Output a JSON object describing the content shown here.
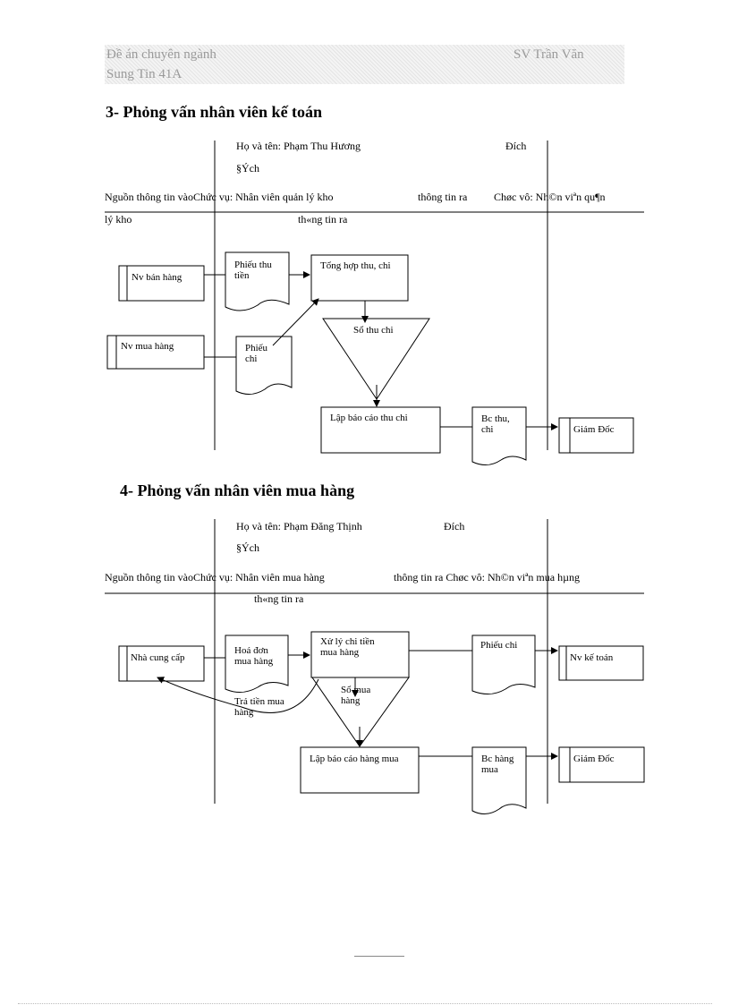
{
  "header": {
    "left_line1": "Đề án chuyên ngành",
    "right_line1": "SV Trần Văn",
    "line2": "Sung Tin 41A"
  },
  "section3": {
    "heading": "3- Phỏng vấn nhân viên kế toán",
    "name_line": "Họ và tên: Phạm Thu Hương",
    "dich": "Đích",
    "dich_garbled": "§Ých",
    "source_role": "Nguồn thông tin vàoChức vụ: Nhân viên quản lý kho",
    "out_info": "thông tin ra",
    "garbled_role": "Chøc vô: Nh©n viªn qu¶n",
    "ly_kho": "lý kho",
    "garbled_out": "th«ng tin ra",
    "boxes": {
      "nv_ban_hang": "Nv bán hàng",
      "nv_mua_hang": "Nv mua hàng",
      "phieu_thu_tien": "Phiếu thu tiền",
      "phieu_chi": "Phiếu chi",
      "tong_hop": "Tổng hợp thu, chi",
      "so_thu_chi": "Sổ thu chi",
      "lap_bao_cao": "Lập báo cáo thu chi",
      "bc_thu_chi": "Bc thu, chi",
      "giam_doc": "Giám Đốc"
    }
  },
  "section4": {
    "heading": "4- Phỏng vấn nhân viên mua hàng",
    "name_line": "Họ và tên: Phạm Đăng Thịnh",
    "dich": "Đích",
    "dich_garbled": "§Ých",
    "source_role": "Nguồn thông tin vàoChức vụ: Nhân viên mua hàng",
    "out_info_garbled": "thông tin ra Chøc vô: Nh©n viªn mua hµng",
    "garbled_out": "th«ng tin ra",
    "boxes": {
      "nha_cung_cap": "Nhà cung cấp",
      "hoa_don": "Hoá đơn mua hàng",
      "xu_ly": "Xử lý chi tiền mua hàng",
      "so_mua_hang": "Sổ mua hàng",
      "tra_tien": "Trả tiền mua hàng",
      "phieu_chi": "Phiếu chi",
      "nv_ke_toan": "Nv kế toán",
      "lap_bao_cao": "Lập báo cáo hàng mua",
      "bc_hang_mua": "Bc hàng mua",
      "giam_doc": "Giám Đốc"
    }
  }
}
